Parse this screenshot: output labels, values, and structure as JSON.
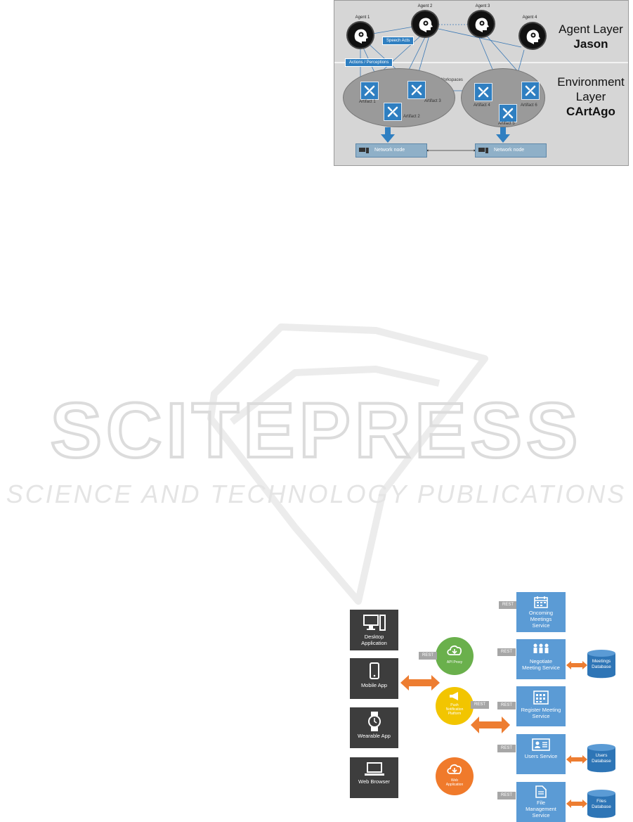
{
  "figure1": {
    "agent_layer": {
      "line1": "Agent Layer",
      "line2": "Jason"
    },
    "environment_layer": {
      "line1": "Environment",
      "line2": "Layer",
      "line3": "CArtAgo"
    },
    "agents": [
      "Agent 1",
      "Agent 2",
      "Agent 3",
      "Agent 4"
    ],
    "speech_acts_label": "Speech Acts",
    "actions_label": "Actions / Perceptions",
    "workspaces_label": "Workspaces",
    "artifacts": [
      "Artifact 1",
      "Artifact 2",
      "Artifact 3",
      "Artifact 4",
      "Artifact 5",
      "Artifact 6"
    ],
    "network_nodes": [
      "Network node",
      "Network node"
    ]
  },
  "watermark": {
    "line1": "SCITEPRESS",
    "line2": "SCIENCE AND TECHNOLOGY PUBLICATIONS"
  },
  "figure2": {
    "clients": [
      {
        "line1": "Desktop",
        "line2": "Application",
        "icon": "desktop-icon"
      },
      {
        "line1": "Mobile App",
        "line2": "",
        "icon": "mobile-icon"
      },
      {
        "line1": "Wearable App",
        "line2": "",
        "icon": "watch-icon"
      },
      {
        "line1": "Web Browser",
        "line2": "",
        "icon": "laptop-icon"
      }
    ],
    "middleware": [
      {
        "line1": "API Proxy",
        "line2": "",
        "line3": "",
        "color": "#6ab04c"
      },
      {
        "line1": "Push",
        "line2": "Notification",
        "line3": "Platform",
        "color": "#f2c500"
      },
      {
        "line1": "Web",
        "line2": "Application",
        "line3": "",
        "color": "#f07a2b"
      }
    ],
    "rest_label": "REST",
    "services": [
      {
        "line1": "Oncoming",
        "line2": "Meetings",
        "line3": "Service",
        "icon": "calendar-icon"
      },
      {
        "line1": "Negotiate",
        "line2": "Meeting Service",
        "line3": "",
        "icon": "people-icon"
      },
      {
        "line1": "Register Meeting",
        "line2": "Service",
        "line3": "",
        "icon": "grid-calendar-icon"
      },
      {
        "line1": "Users Service",
        "line2": "",
        "line3": "",
        "icon": "user-card-icon"
      },
      {
        "line1": "File",
        "line2": "Management",
        "line3": "Service",
        "icon": "file-icon"
      }
    ],
    "databases": [
      {
        "line1": "Meetings",
        "line2": "Database"
      },
      {
        "line1": "Users",
        "line2": "Database"
      },
      {
        "line1": "Files",
        "line2": "Database"
      }
    ],
    "colors": {
      "service": "#5b9bd5",
      "client": "#3d3d3d",
      "arrow": "#ed7d31",
      "database": "#2e75b6"
    }
  }
}
